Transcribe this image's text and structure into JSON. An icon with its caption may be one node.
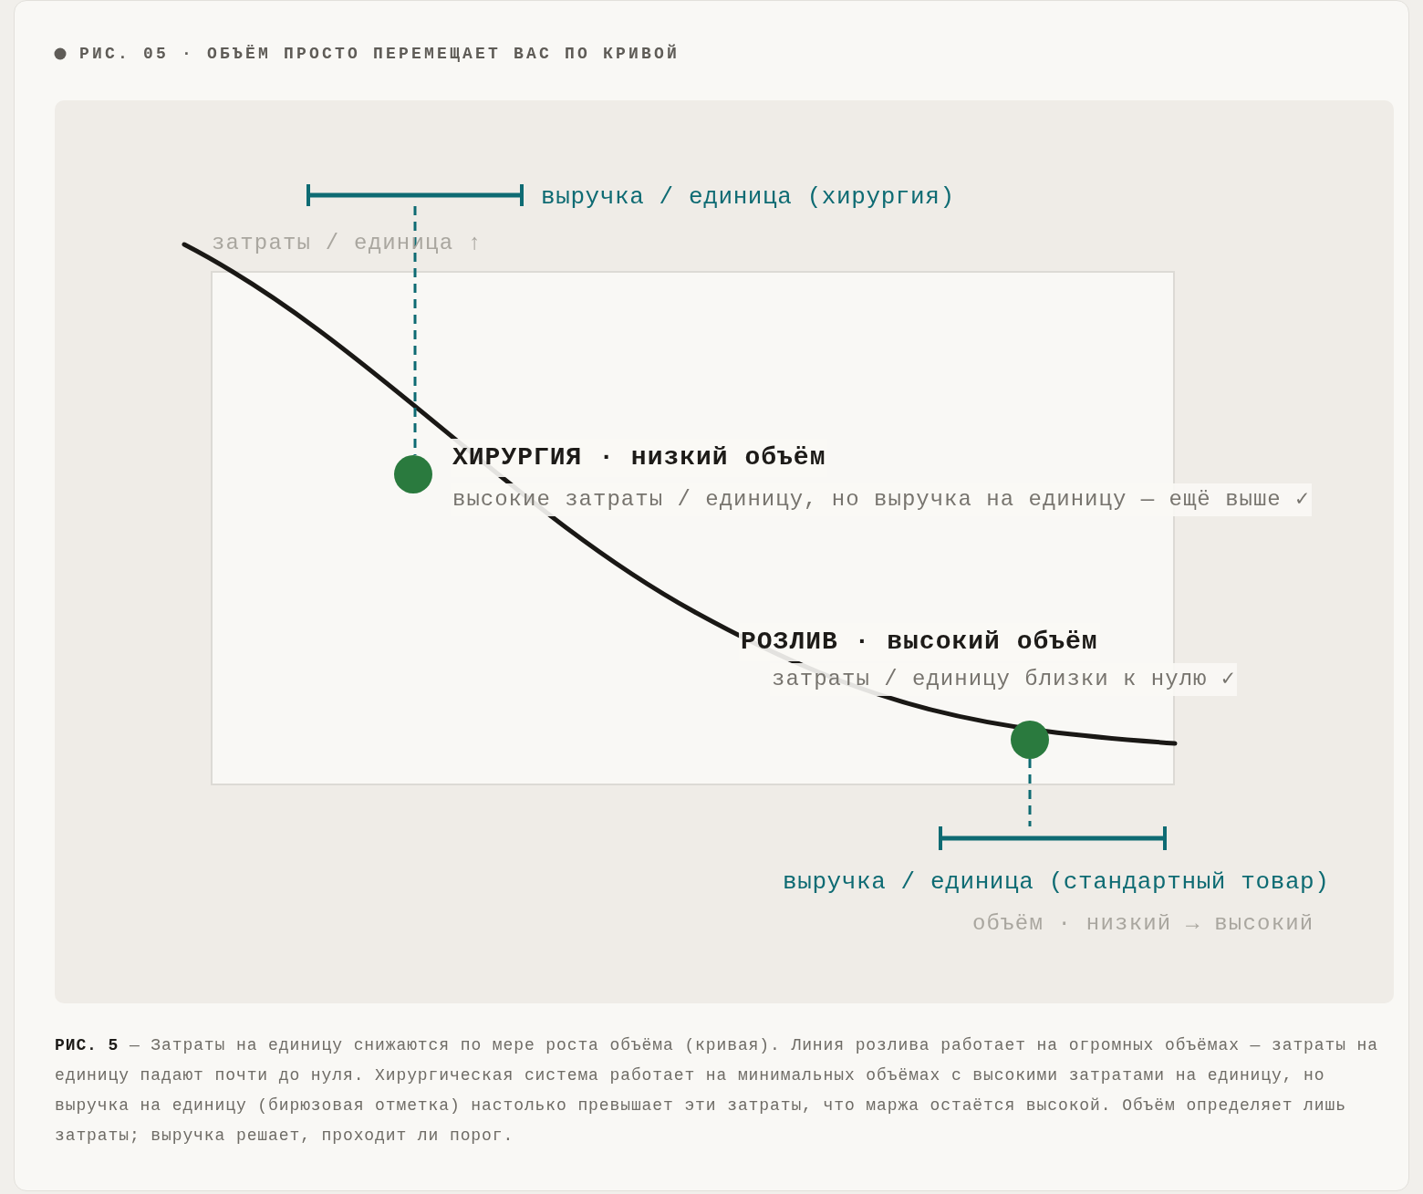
{
  "diagram": {
    "title": "РИС. 05 · ОБЪЁМ ПРОСТО ПЕРЕМЕЩАЕТ ВАС ПО КРИВОЙ",
    "caption": "**РИС. 5** — Затраты на единицу снижаются по мере роста объёма (кривая). Линия розлива работает на огромных объёмах — затраты на единицу падают почти до нуля. Хирургическая система работает на минимальных объёмах с высокими затратами на единицу, но выручка на единицу (бирюзовая отметка) настолько превышает эти затраты, что маржа остаётся высокой. Объём определяет лишь затраты; выручка решает, проходит ли порог.",
    "nodes": [
      {
        "text": [],
        "shape": "bar",
        "beside": [
          "выручка / единица (хирургия)"
        ]
      },
      {
        "text": [],
        "shape": "circle",
        "beside": [
          "ХИРУРГИЯ · низкий объём",
          "высокие затраты / единицу, но выручка на единицу — ещё выше ✓"
        ]
      },
      {
        "text": [],
        "shape": "circle",
        "beside": [
          "РОЗЛИВ · высокий объём",
          "затраты / единицу близки к нулю ✓"
        ]
      },
      {
        "text": [],
        "shape": "bar",
        "beside": [
          "выручка / единица (стандартный товар)"
        ]
      }
    ],
    "edges": [
      {
        "from": 0,
        "to": 1,
        "arrow": "none",
        "style": "dashed"
      },
      {
        "from": 2,
        "to": 3,
        "arrow": "none",
        "style": "dashed"
      }
    ],
    "labels": [
      "затраты / единица ↑",
      "объём · низкий → высокий"
    ]
  }
}
